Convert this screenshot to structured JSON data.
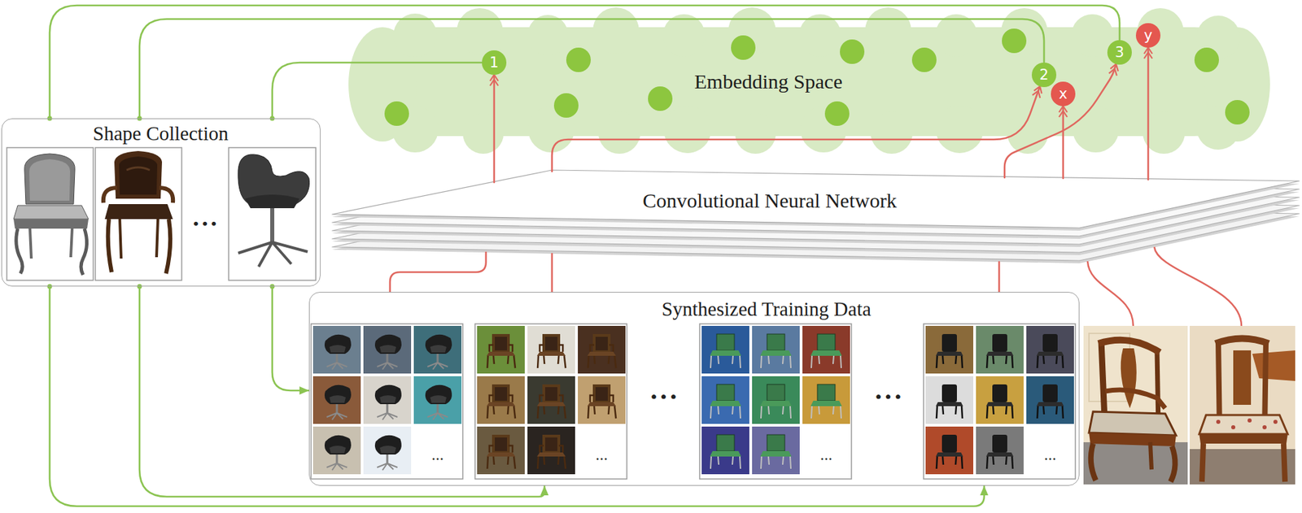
{
  "diagram": {
    "nodes": [
      {
        "text": [
          "Embedding Space"
        ]
      },
      {
        "text": [
          "1"
        ],
        "in": 0
      },
      {
        "text": [
          "2"
        ],
        "in": 0
      },
      {
        "text": [
          "3"
        ],
        "in": 0
      },
      {
        "text": [
          "x"
        ],
        "in": 0
      },
      {
        "text": [
          "y"
        ],
        "in": 0
      },
      {
        "text": [
          "Shape Collection"
        ]
      },
      {
        "text": [
          "Synthesized Training Data"
        ]
      },
      {
        "text": [
          "Convolutional Neural Network"
        ]
      }
    ],
    "edges": [
      {
        "from": 6,
        "to": 1,
        "arrow": "none"
      },
      {
        "from": 6,
        "to": 2,
        "arrow": "none"
      },
      {
        "from": 6,
        "to": 3,
        "arrow": "none"
      },
      {
        "from": 6,
        "to": 7,
        "arrow": "to"
      },
      {
        "from": 6,
        "to": 7,
        "arrow": "to"
      },
      {
        "from": 6,
        "to": 7,
        "arrow": "to"
      },
      {
        "from": 7,
        "to": 8,
        "arrow": "none"
      },
      {
        "from": 7,
        "to": 8,
        "arrow": "none"
      },
      {
        "from": 7,
        "to": 8,
        "arrow": "none"
      },
      {
        "from": 8,
        "to": 1,
        "arrow": "to"
      },
      {
        "from": 8,
        "to": 2,
        "arrow": "to"
      },
      {
        "from": 8,
        "to": 3,
        "arrow": "to"
      },
      {
        "from": 8,
        "to": 4,
        "arrow": "to"
      },
      {
        "from": 8,
        "to": 5,
        "arrow": "to"
      }
    ],
    "labels": [
      "• • •",
      "...",
      "...",
      "• • •",
      "...",
      "• • •",
      "..."
    ]
  }
}
